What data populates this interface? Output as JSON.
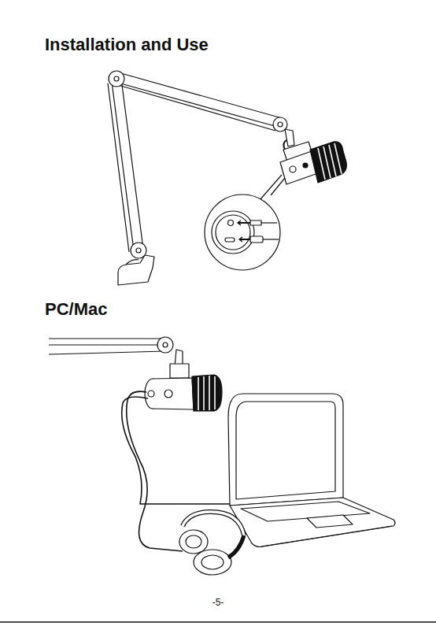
{
  "diagram": {
    "title": "Installation and Use",
    "labels": [
      "PC/Mac",
      "-5-"
    ]
  }
}
